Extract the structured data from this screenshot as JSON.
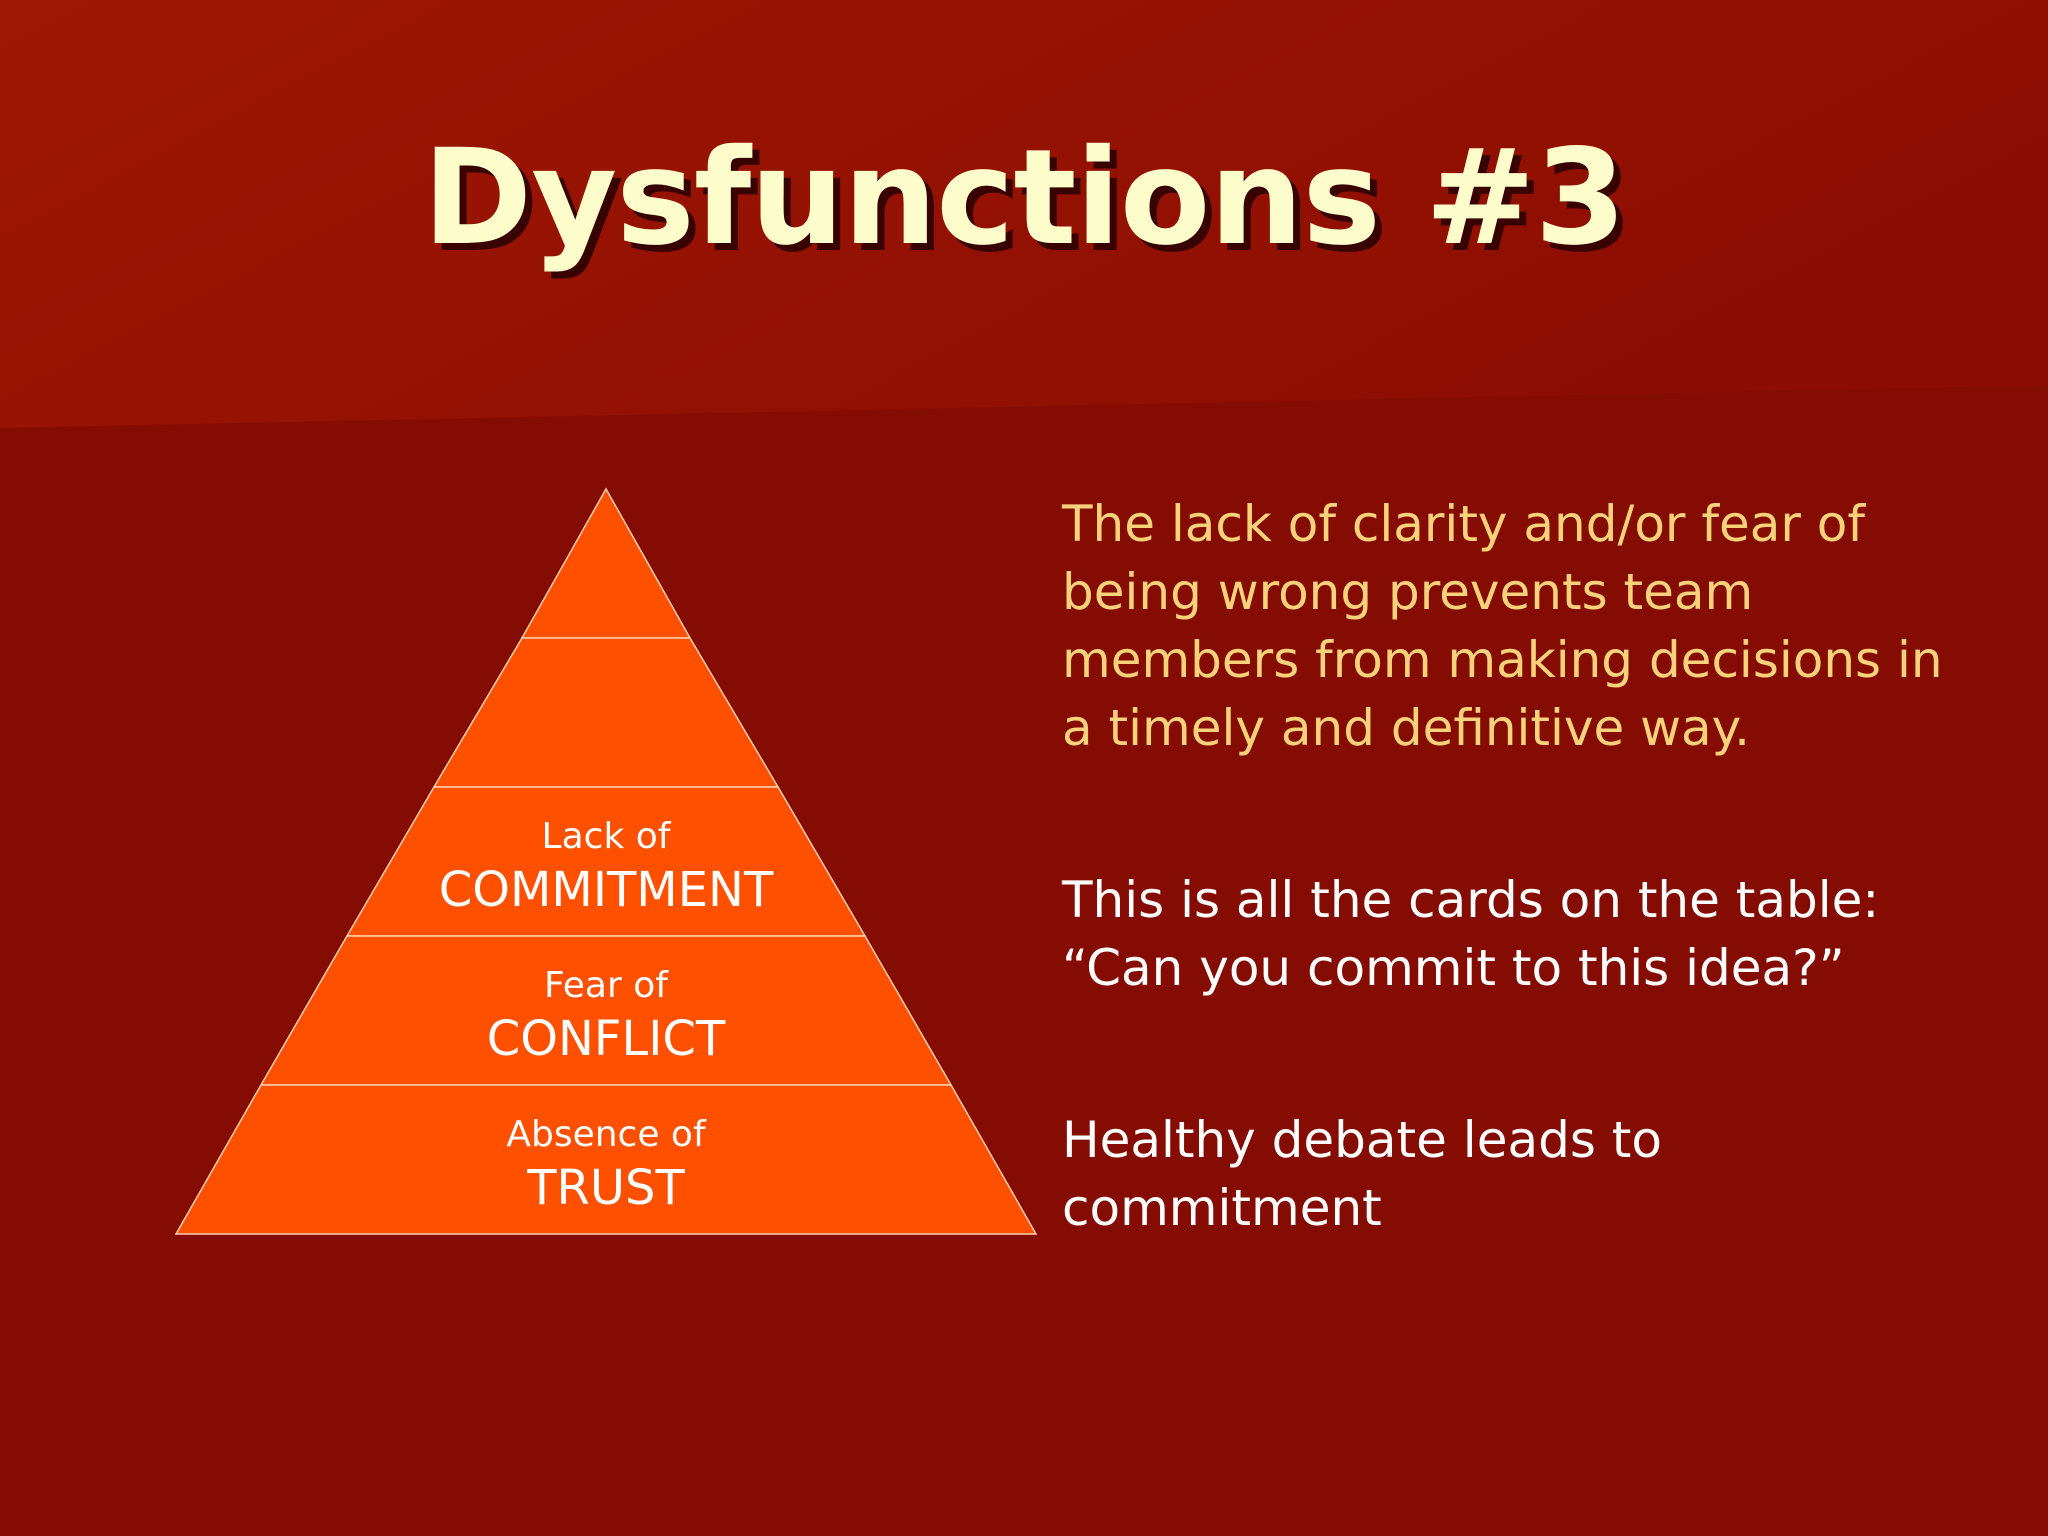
{
  "slide": {
    "title": "Dysfunctions #3",
    "colors": {
      "background": "#850c02",
      "header_band": "#9a1a05",
      "title_text": "#fdfccb",
      "pyramid_fill": "#ff5000",
      "pyramid_line": "#ffd0b0",
      "highlight_text": "#f8d27a",
      "body_text": "#ffffff"
    }
  },
  "pyramid": {
    "levels": [
      {
        "small": "",
        "big": ""
      },
      {
        "small": "",
        "big": ""
      },
      {
        "small": "Lack of",
        "big": "COMMITMENT"
      },
      {
        "small": "Fear of",
        "big": "CONFLICT"
      },
      {
        "small": "Absence of",
        "big": "TRUST"
      }
    ]
  },
  "text": {
    "paragraph1": "The lack of clarity and/or fear of being wrong prevents team members from making decisions in a timely and definitive way.",
    "paragraph2": "This is all the cards on the table: “Can you commit to this idea?”",
    "paragraph3": "Healthy debate leads to commitment"
  }
}
